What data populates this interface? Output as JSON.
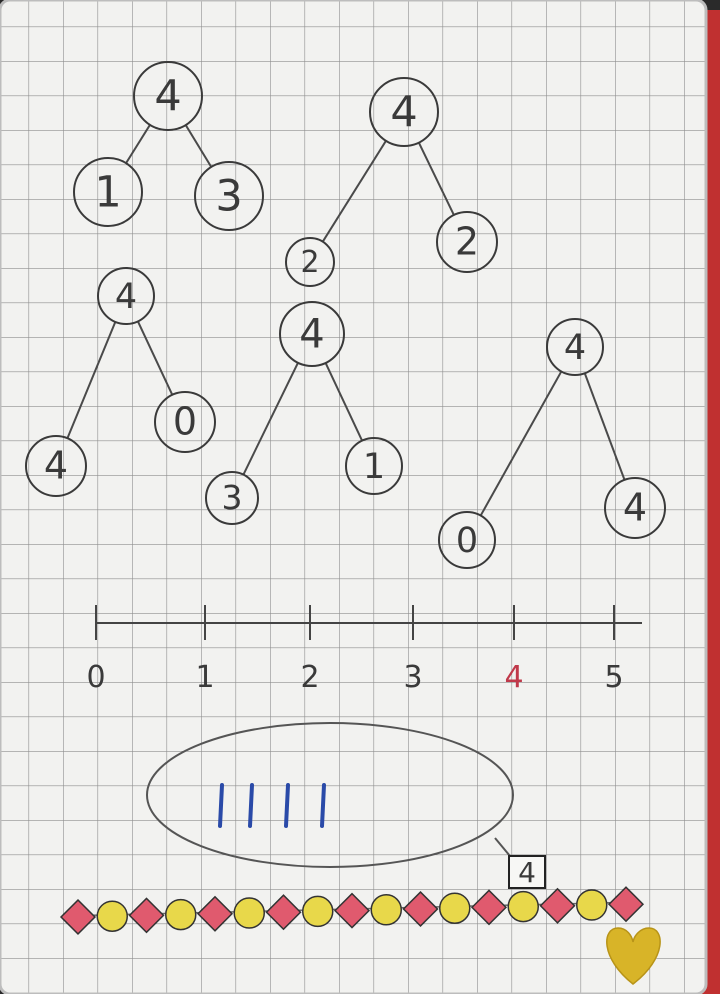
{
  "number_bonds": [
    {
      "whole": "4",
      "parts": [
        "1",
        "3"
      ]
    },
    {
      "whole": "4",
      "parts": [
        "2",
        "2"
      ]
    },
    {
      "whole": "4",
      "parts": [
        "4",
        "0"
      ]
    },
    {
      "whole": "4",
      "parts": [
        "3",
        "1"
      ]
    },
    {
      "whole": "4",
      "parts": [
        "0",
        "4"
      ]
    }
  ],
  "number_line": {
    "ticks": [
      "0",
      "1",
      "2",
      "3",
      "4",
      "5"
    ],
    "highlighted": "4"
  },
  "tally": {
    "marks": 4,
    "total": "4"
  },
  "bead_string": {
    "pattern": [
      "red-diamond",
      "yellow-circle",
      "red-diamond",
      "yellow-circle",
      "red-diamond",
      "yellow-circle",
      "red-diamond",
      "yellow-circle",
      "red-diamond",
      "yellow-circle",
      "red-diamond",
      "yellow-circle",
      "red-diamond",
      "yellow-circle",
      "red-diamond",
      "yellow-circle",
      "red-diamond"
    ]
  },
  "colors": {
    "paper": "#f2f2f0",
    "grid": "#8a8a8a",
    "pencil": "#3a3a3a",
    "highlight_red": "#c0394a",
    "tally_blue": "#2a4aa8",
    "bead_red": "#e05a6e",
    "bead_yellow": "#e8d84a",
    "heart_gold": "#d8b428",
    "notebook_edge": "#c03030"
  },
  "icons": [
    "gold-heart-sticker"
  ]
}
